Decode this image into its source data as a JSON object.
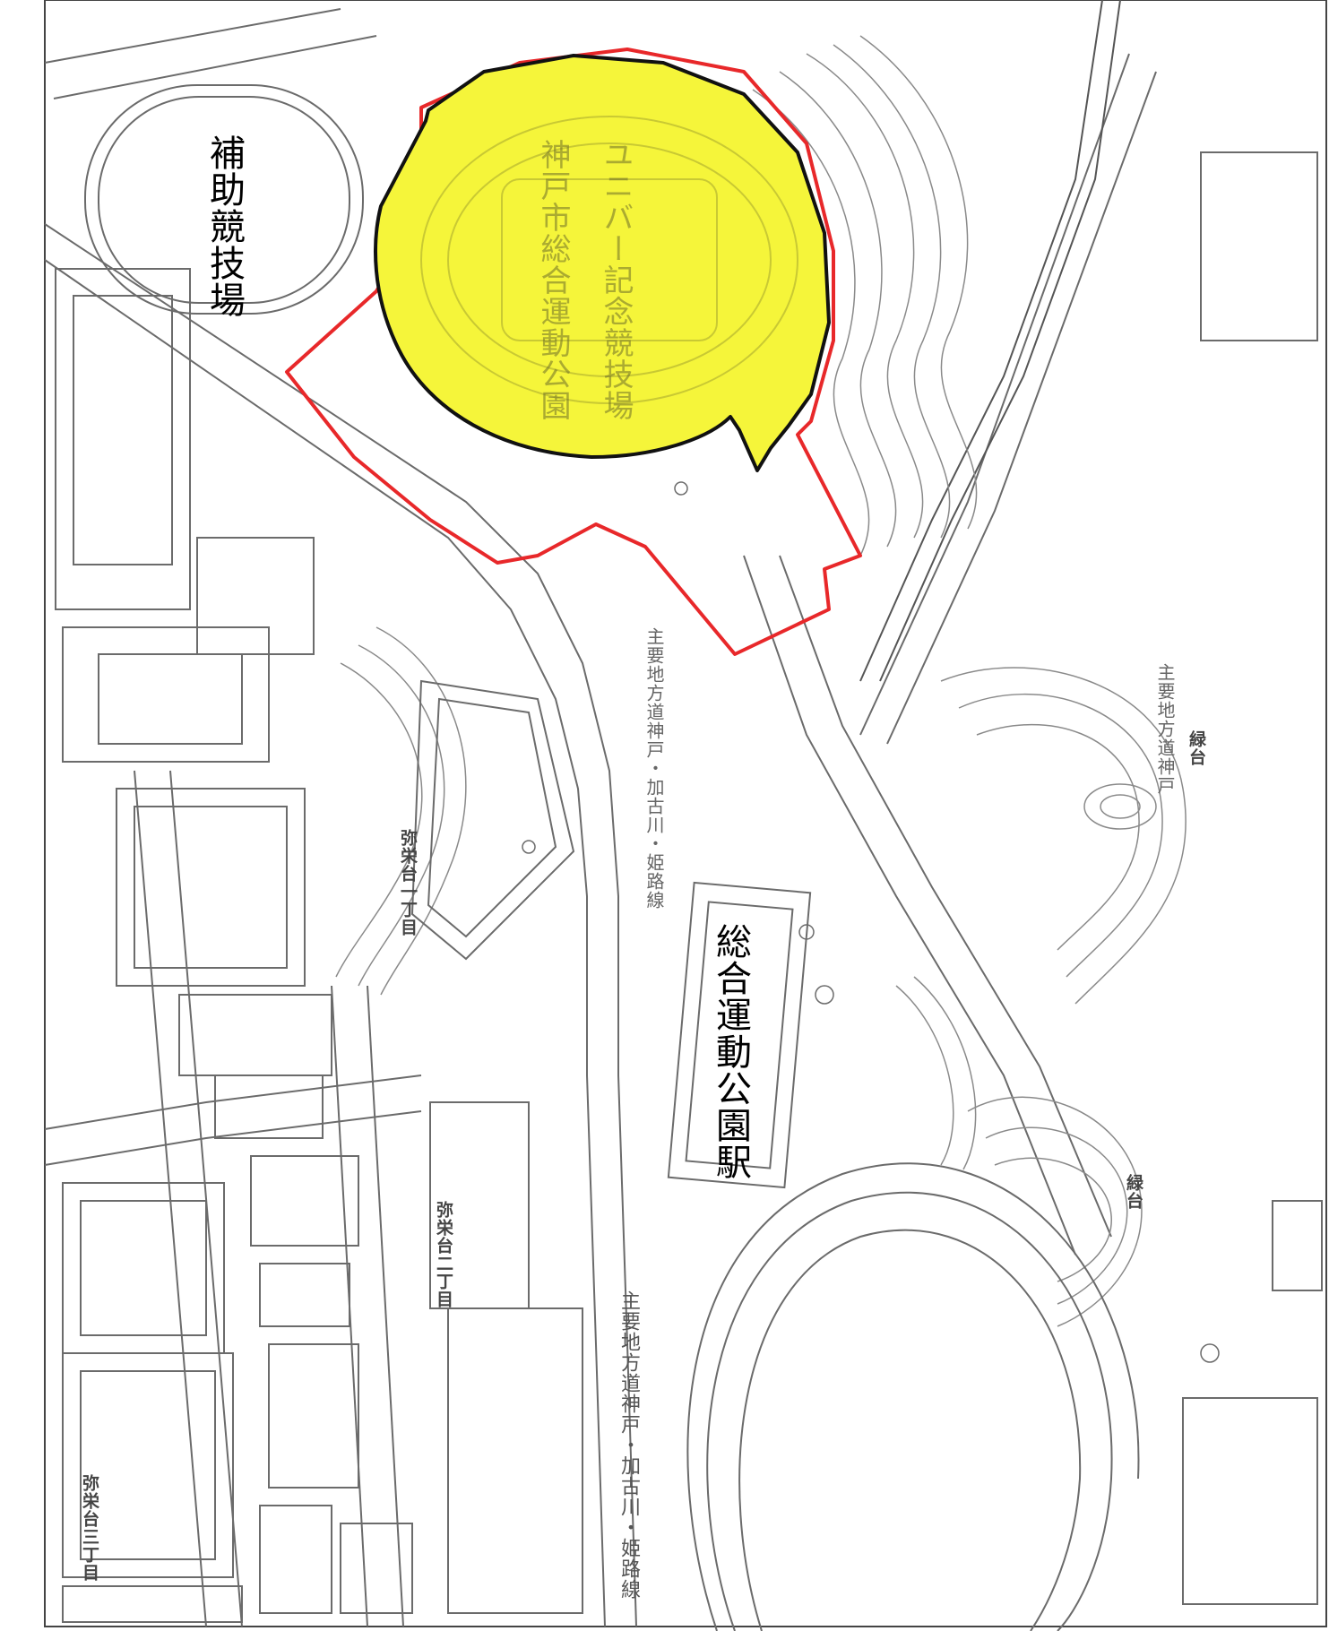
{
  "labels": {
    "auxiliary_field": "補助競技場",
    "stadium_name": "神戸市総合運動公園",
    "stadium_sub": "ユニバー記念競技場",
    "station": "総合運動公園駅",
    "yakodai_3": "弥栄台三丁目",
    "yakodai_2": "弥栄台二丁目",
    "yakodai_1": "弥栄台一丁目",
    "road_main": "主要地方道神戸・加古川・姫路線",
    "road_upper": "主要地方道神戸・加古川・姫路線",
    "road_right": "主要地方道神戸",
    "midoridai_1": "緑台",
    "midoridai_2": "緑台"
  },
  "colors": {
    "highlight_fill": "#f5f53a",
    "highlight_stroke": "#111111",
    "boundary_stroke": "#e8282a",
    "map_lines": "#6b6b6b"
  }
}
